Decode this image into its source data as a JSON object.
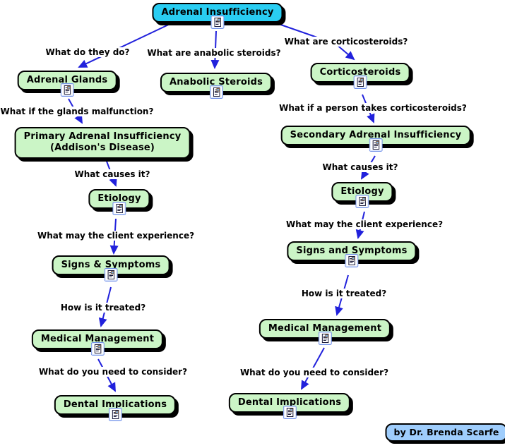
{
  "colors": {
    "root_fill": "#29CDF2",
    "node_fill": "#CBF5C6",
    "author_fill": "#9FCDFC",
    "line": "#2121DC"
  },
  "nodes": {
    "root": "Adrenal Insufficiency",
    "adrenal_glands": "Adrenal Glands",
    "anabolic_steroids": "Anabolic Steroids",
    "corticosteroids": "Corticosteroids",
    "primary_line1": "Primary Adrenal Insufficiency",
    "primary_line2": "(Addison's Disease)",
    "secondary": "Secondary Adrenal Insufficiency",
    "etiology_left": "Etiology",
    "etiology_right": "Etiology",
    "signs_left": "Signs & Symptoms",
    "signs_right": "Signs and Symptoms",
    "medical_left": "Medical Management",
    "medical_right": "Medical Management",
    "dental_left": "Dental Implications",
    "dental_right": "Dental Implications"
  },
  "labels": {
    "what_do_they_do": "What do they do?",
    "what_are_anabolic": "What are anabolic steroids?",
    "what_are_cortico": "What are corticosteroids?",
    "glands_malfunction": "What if the glands malfunction?",
    "person_takes": "What if a person takes corticosteroids?",
    "causes_left": "What causes it?",
    "causes_right": "What causes it?",
    "experience_left": "What may the client experience?",
    "experience_right": "What may the client experience?",
    "treated_left": "How is it treated?",
    "treated_right": "How is it treated?",
    "consider_left": "What do you need to consider?",
    "consider_right": "What do you need to consider?"
  },
  "author": "by Dr. Brenda Scarfe",
  "icon": {
    "name": "resource-document-icon"
  }
}
